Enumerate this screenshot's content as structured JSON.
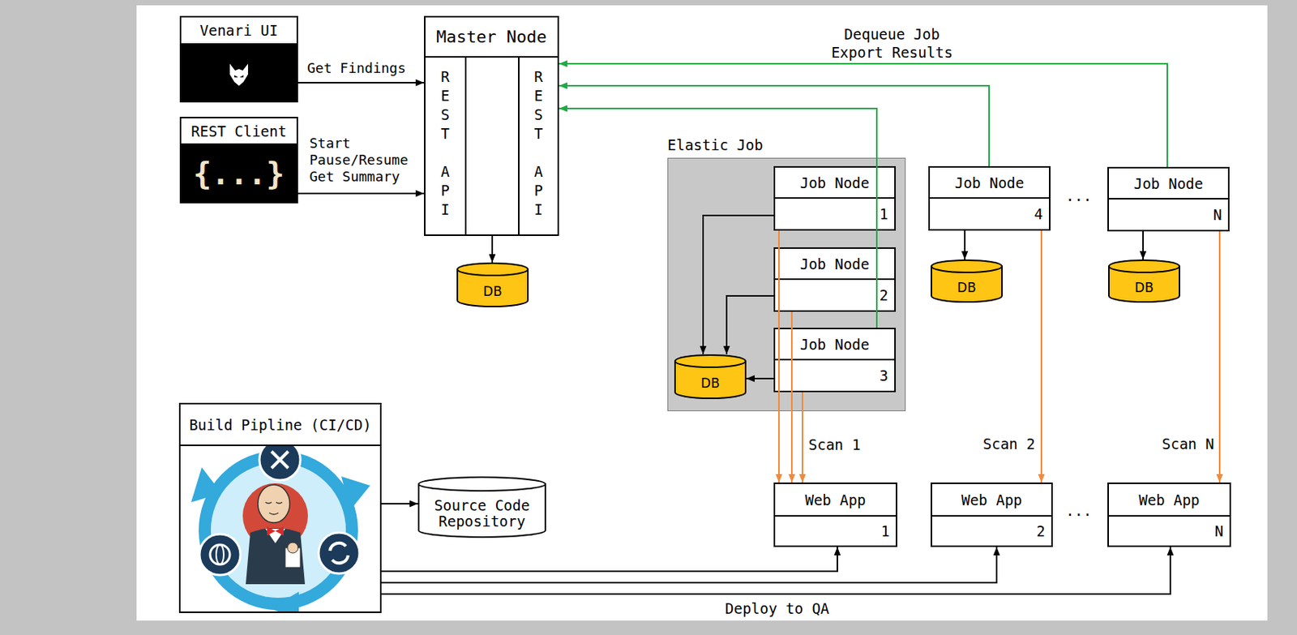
{
  "diagram": {
    "nodes": [
      {
        "text": [
          "Venari UI"
        ]
      },
      {
        "text": [
          "REST Client",
          "{...}"
        ]
      },
      {
        "text": [
          "Master Node"
        ]
      },
      {
        "text": [
          "REST API"
        ],
        "in": 2
      },
      {
        "text": [
          "REST API"
        ],
        "in": 2
      },
      {
        "text": [
          "DB"
        ]
      },
      {
        "text": [
          "Elastic Job"
        ]
      },
      {
        "text": [
          "Job Node",
          "1"
        ],
        "in": 6
      },
      {
        "text": [
          "Job Node",
          "2"
        ],
        "in": 6
      },
      {
        "text": [
          "Job Node",
          "3"
        ],
        "in": 6
      },
      {
        "text": [
          "DB"
        ],
        "in": 6
      },
      {
        "text": [
          "Job Node",
          "4"
        ]
      },
      {
        "text": [
          "Job Node",
          "N"
        ]
      },
      {
        "text": [
          "DB"
        ]
      },
      {
        "text": [
          "DB"
        ]
      },
      {
        "text": [
          "Build Pipline (CI/CD)"
        ]
      },
      {
        "text": [
          "Source Code Repository"
        ]
      },
      {
        "text": [
          "Web App",
          "1"
        ]
      },
      {
        "text": [
          "Web App",
          "2"
        ]
      },
      {
        "text": [
          "Web App",
          "N"
        ]
      }
    ],
    "edges": [
      {
        "from": 0,
        "to": 3,
        "arrow": "to",
        "label": "Get Findings"
      },
      {
        "from": 1,
        "to": 3,
        "arrow": "to",
        "label": "Start Pause/Resume Get Summary"
      },
      {
        "from": 2,
        "to": 5,
        "arrow": "to"
      },
      {
        "from": 9,
        "to": 4,
        "arrow": "to"
      },
      {
        "from": 11,
        "to": 4,
        "arrow": "to"
      },
      {
        "from": 12,
        "to": 4,
        "arrow": "to",
        "label": "Dequeue Job Export Results"
      },
      {
        "from": 7,
        "to": 10,
        "arrow": "to"
      },
      {
        "from": 8,
        "to": 10,
        "arrow": "to"
      },
      {
        "from": 9,
        "to": 10,
        "arrow": "to"
      },
      {
        "from": 11,
        "to": 13,
        "arrow": "to"
      },
      {
        "from": 12,
        "to": 14,
        "arrow": "to"
      },
      {
        "from": 7,
        "to": 17,
        "arrow": "to"
      },
      {
        "from": 8,
        "to": 17,
        "arrow": "to"
      },
      {
        "from": 9,
        "to": 17,
        "arrow": "to",
        "label": "Scan 1"
      },
      {
        "from": 11,
        "to": 18,
        "arrow": "to",
        "label": "Scan 2"
      },
      {
        "from": 12,
        "to": 19,
        "arrow": "to",
        "label": "Scan N"
      },
      {
        "from": 15,
        "to": 16,
        "arrow": "to"
      },
      {
        "from": 15,
        "to": 17,
        "arrow": "to"
      },
      {
        "from": 15,
        "to": 18,
        "arrow": "to"
      },
      {
        "from": 15,
        "to": 19,
        "arrow": "to",
        "label": "Deploy to QA"
      }
    ],
    "labels": [
      "...",
      "..."
    ]
  }
}
